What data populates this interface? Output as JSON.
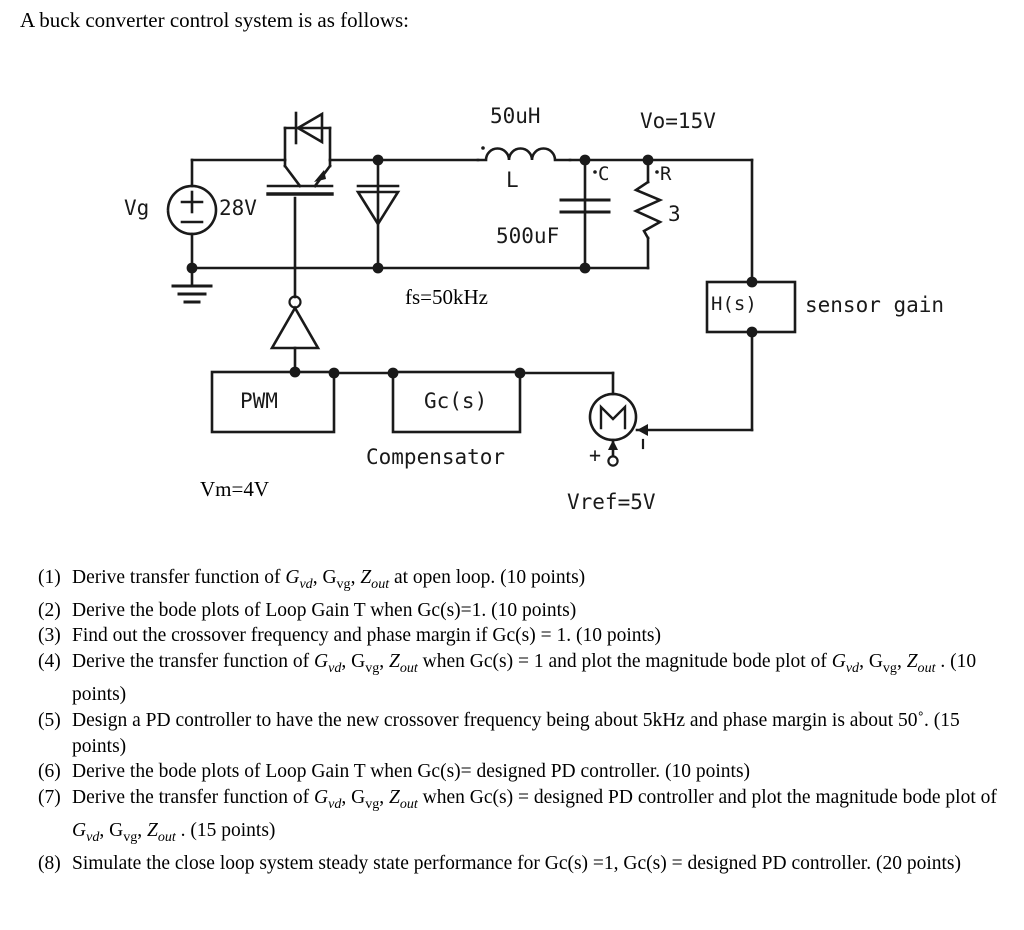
{
  "intro": {
    "heading": "A buck converter control system is as follows:"
  },
  "schematic": {
    "title": "buck-converter-control-system-schematic",
    "labels": {
      "vg_name": "Vg",
      "vg_value": "28V",
      "inductor_value": "50uH",
      "inductor_name": "L",
      "cap_name": "C",
      "cap_value": "500uF",
      "res_name": "R",
      "res_value": "3",
      "vout": "Vo=15V",
      "switching_freq": "fs=50kHz",
      "sensor_block": "H(s)",
      "sensor_caption": "sensor gain",
      "pwm_block": "PWM",
      "compensator_block": "Gc(s)",
      "compensator_caption": "Compensator",
      "vm": "Vm=4V",
      "vref": "Vref=5V",
      "sum_plus": "+",
      "sum_minus": "–"
    }
  },
  "questions": [
    {
      "num": "(1)",
      "parts": [
        {
          "t": "Derive transfer function of ",
          "s": "plain"
        },
        {
          "t": "G",
          "s": "ital"
        },
        {
          "t": "vd",
          "s": "sub-ital"
        },
        {
          "t": ", ",
          "s": "plain"
        },
        {
          "t": "G",
          "s": "plain"
        },
        {
          "t": "vg",
          "s": "sub"
        },
        {
          "t": ", ",
          "s": "plain"
        },
        {
          "t": "Z",
          "s": "ital"
        },
        {
          "t": "out",
          "s": "sub-ital"
        },
        {
          "t": " at open loop. (10 points)",
          "s": "plain"
        }
      ]
    },
    {
      "num": "(2)",
      "parts": [
        {
          "t": "Derive the bode plots of Loop Gain T when Gc(s)=1. (10 points)",
          "s": "plain"
        }
      ]
    },
    {
      "num": "(3)",
      "parts": [
        {
          "t": "Find out the crossover frequency and phase margin if Gc(s) = 1. (10 points)",
          "s": "plain"
        }
      ]
    },
    {
      "num": "(4)",
      "parts": [
        {
          "t": "Derive the transfer function of ",
          "s": "plain"
        },
        {
          "t": "G",
          "s": "ital"
        },
        {
          "t": "vd",
          "s": "sub-ital"
        },
        {
          "t": ", ",
          "s": "plain"
        },
        {
          "t": "G",
          "s": "plain"
        },
        {
          "t": "vg",
          "s": "sub"
        },
        {
          "t": ", ",
          "s": "plain"
        },
        {
          "t": "Z",
          "s": "ital"
        },
        {
          "t": "out",
          "s": "sub-ital"
        },
        {
          "t": " when Gc(s) = 1 and plot the magnitude bode plot of ",
          "s": "plain"
        },
        {
          "t": "G",
          "s": "ital"
        },
        {
          "t": "vd",
          "s": "sub-ital"
        },
        {
          "t": ", ",
          "s": "plain"
        },
        {
          "t": "G",
          "s": "plain"
        },
        {
          "t": "vg",
          "s": "sub"
        },
        {
          "t": ", ",
          "s": "plain"
        },
        {
          "t": "Z",
          "s": "ital"
        },
        {
          "t": "out",
          "s": "sub-ital"
        },
        {
          "t": " . (10 points)",
          "s": "plain"
        }
      ]
    },
    {
      "num": "(5)",
      "parts": [
        {
          "t": "Design a PD controller to have the new crossover frequency being about 5kHz and phase margin is about 50˚. (15 points)",
          "s": "plain"
        }
      ]
    },
    {
      "num": "(6)",
      "parts": [
        {
          "t": "Derive the bode plots of Loop Gain T when Gc(s)= designed PD controller. (10 points)",
          "s": "plain"
        }
      ]
    },
    {
      "num": "(7)",
      "parts": [
        {
          "t": "Derive the transfer function of ",
          "s": "plain"
        },
        {
          "t": "G",
          "s": "ital"
        },
        {
          "t": "vd",
          "s": "sub-ital"
        },
        {
          "t": ", ",
          "s": "plain"
        },
        {
          "t": "G",
          "s": "plain"
        },
        {
          "t": "vg",
          "s": "sub"
        },
        {
          "t": ", ",
          "s": "plain"
        },
        {
          "t": "Z",
          "s": "ital"
        },
        {
          "t": "out",
          "s": "sub-ital"
        },
        {
          "t": " when Gc(s) = designed PD controller and plot the magnitude bode plot of ",
          "s": "plain"
        },
        {
          "t": "G",
          "s": "ital"
        },
        {
          "t": "vd",
          "s": "sub-ital"
        },
        {
          "t": ", ",
          "s": "plain"
        },
        {
          "t": "G",
          "s": "plain"
        },
        {
          "t": "vg",
          "s": "sub"
        },
        {
          "t": ", ",
          "s": "plain"
        },
        {
          "t": "Z",
          "s": "ital"
        },
        {
          "t": "out",
          "s": "sub-ital"
        },
        {
          "t": " . (15 points)",
          "s": "plain"
        }
      ]
    },
    {
      "num": "(8)",
      "parts": [
        {
          "t": "Simulate the close loop system steady state performance for Gc(s) =1, Gc(s) = designed PD controller. (20 points)",
          "s": "plain"
        }
      ]
    }
  ],
  "colors": {
    "ink": "#000000",
    "paper": "#ffffff",
    "wire": "#1a1a1a"
  }
}
